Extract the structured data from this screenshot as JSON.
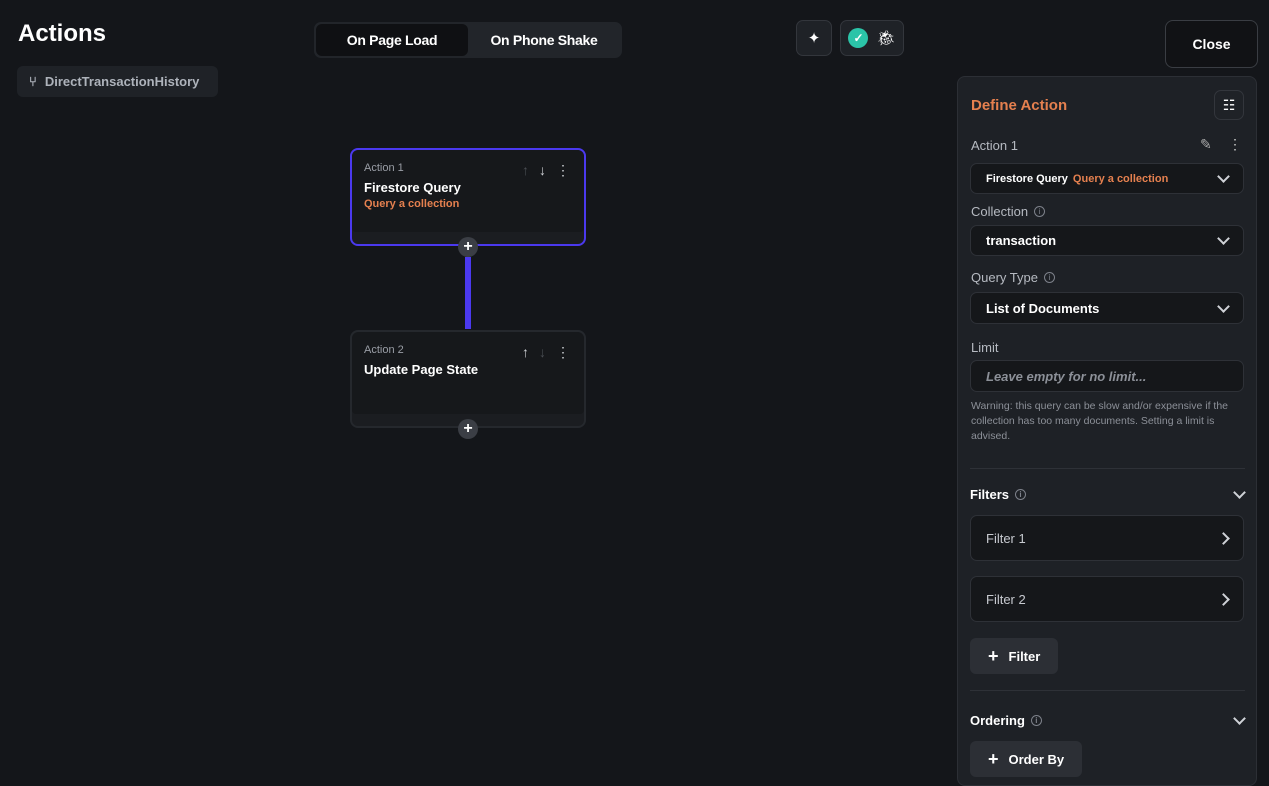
{
  "header": {
    "title": "Actions",
    "breadcrumb": "DirectTransactionHistory",
    "tabs": [
      "On Page Load",
      "On Phone Shake"
    ],
    "close": "Close"
  },
  "flow": {
    "actions": [
      {
        "label": "Action 1",
        "name": "Firestore Query",
        "subtitle": "Query a collection"
      },
      {
        "label": "Action 2",
        "name": "Update Page State"
      }
    ]
  },
  "panel": {
    "title": "Define Action",
    "action_label": "Action 1",
    "action_type": "Firestore Query",
    "action_subtitle": "Query a collection",
    "collection_label": "Collection",
    "collection_value": "transaction",
    "query_type_label": "Query Type",
    "query_type_value": "List of Documents",
    "limit_label": "Limit",
    "limit_placeholder": "Leave empty for no limit...",
    "warning": "Warning: this query can be slow and/or expensive if the collection has too many documents. Setting a limit is advised.",
    "filters_label": "Filters",
    "filters": [
      "Filter 1",
      "Filter 2"
    ],
    "add_filter": "Filter",
    "ordering_label": "Ordering",
    "order_by": "Order By"
  },
  "colors": {
    "accent": "#e5804f",
    "selected": "#4b39ef",
    "success": "#2bc4a8"
  }
}
